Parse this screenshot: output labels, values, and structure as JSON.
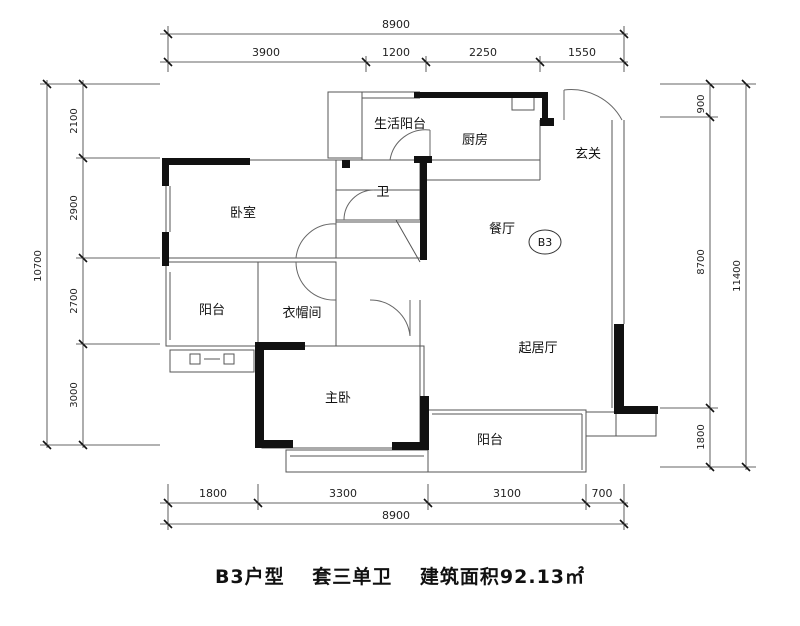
{
  "dims": {
    "top_total": "8900",
    "top_segments": [
      "3900",
      "1200",
      "2250",
      "1550"
    ],
    "bottom_segments": [
      "1800",
      "3300",
      "3100",
      "700"
    ],
    "bottom_total": "8900",
    "left_total": "10700",
    "left_segments": [
      "2100",
      "2900",
      "2700",
      "3000"
    ],
    "right_segments": [
      "900",
      "8700",
      "1800"
    ],
    "right_total": "11400"
  },
  "rooms": {
    "utility_balcony": "生活阳台",
    "kitchen": "厨房",
    "foyer": "玄关",
    "bathroom": "卫",
    "bedroom": "卧室",
    "dining": "餐厅",
    "unit_badge": "B3",
    "balcony_west": "阳台",
    "cloakroom": "衣帽间",
    "living": "起居厅",
    "master_bedroom": "主卧",
    "balcony_south": "阳台"
  },
  "caption": {
    "unit": "B3户型",
    "layout": "套三单卫",
    "area": "建筑面积92.13㎡"
  }
}
